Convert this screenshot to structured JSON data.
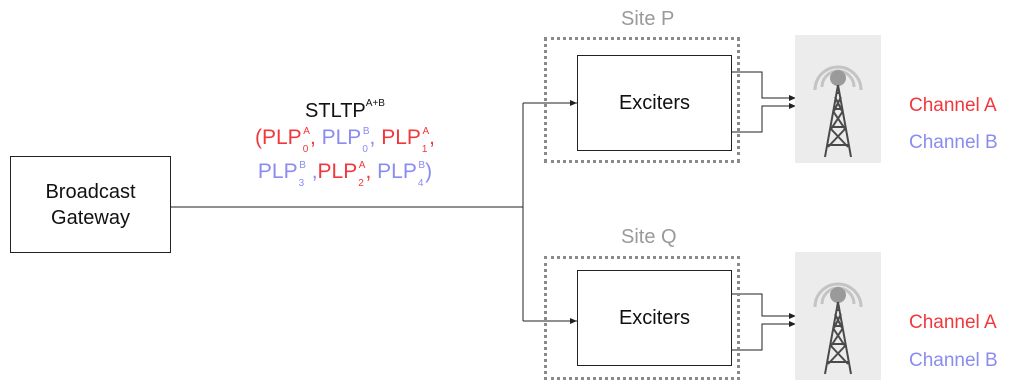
{
  "gateway": {
    "line1": "Broadcast",
    "line2": "Gateway"
  },
  "stltp": {
    "label": "STLTP",
    "superscript": "A+B",
    "row1": [
      {
        "open": "(",
        "base": "PLP",
        "sub": "0",
        "sup": "A",
        "channel": "A",
        "after": ", "
      },
      {
        "base": "PLP",
        "sub": "0",
        "sup": "B",
        "channel": "B",
        "after": ", "
      },
      {
        "base": "PLP",
        "sub": "1",
        "sup": "A",
        "channel": "A",
        "after": ","
      }
    ],
    "row2": [
      {
        "base": "PLP",
        "sub": "3",
        "sup": "B",
        "channel": "B",
        "after": " ,"
      },
      {
        "base": "PLP",
        "sub": "2",
        "sup": "A",
        "channel": "A",
        "after": ", "
      },
      {
        "base": "PLP",
        "sub": "4",
        "sup": "B",
        "channel": "B",
        "after": ")"
      }
    ]
  },
  "sites": [
    {
      "label": "Site P",
      "exciter": "Exciters",
      "channel_a": "Channel A",
      "channel_b": "Channel B"
    },
    {
      "label": "Site Q",
      "exciter": "Exciters",
      "channel_a": "Channel A",
      "channel_b": "Channel B"
    }
  ],
  "colors": {
    "channel_a": "#f0383c",
    "channel_b": "#8a8cf0",
    "site": "#9a9a9a",
    "line": "#222222"
  }
}
